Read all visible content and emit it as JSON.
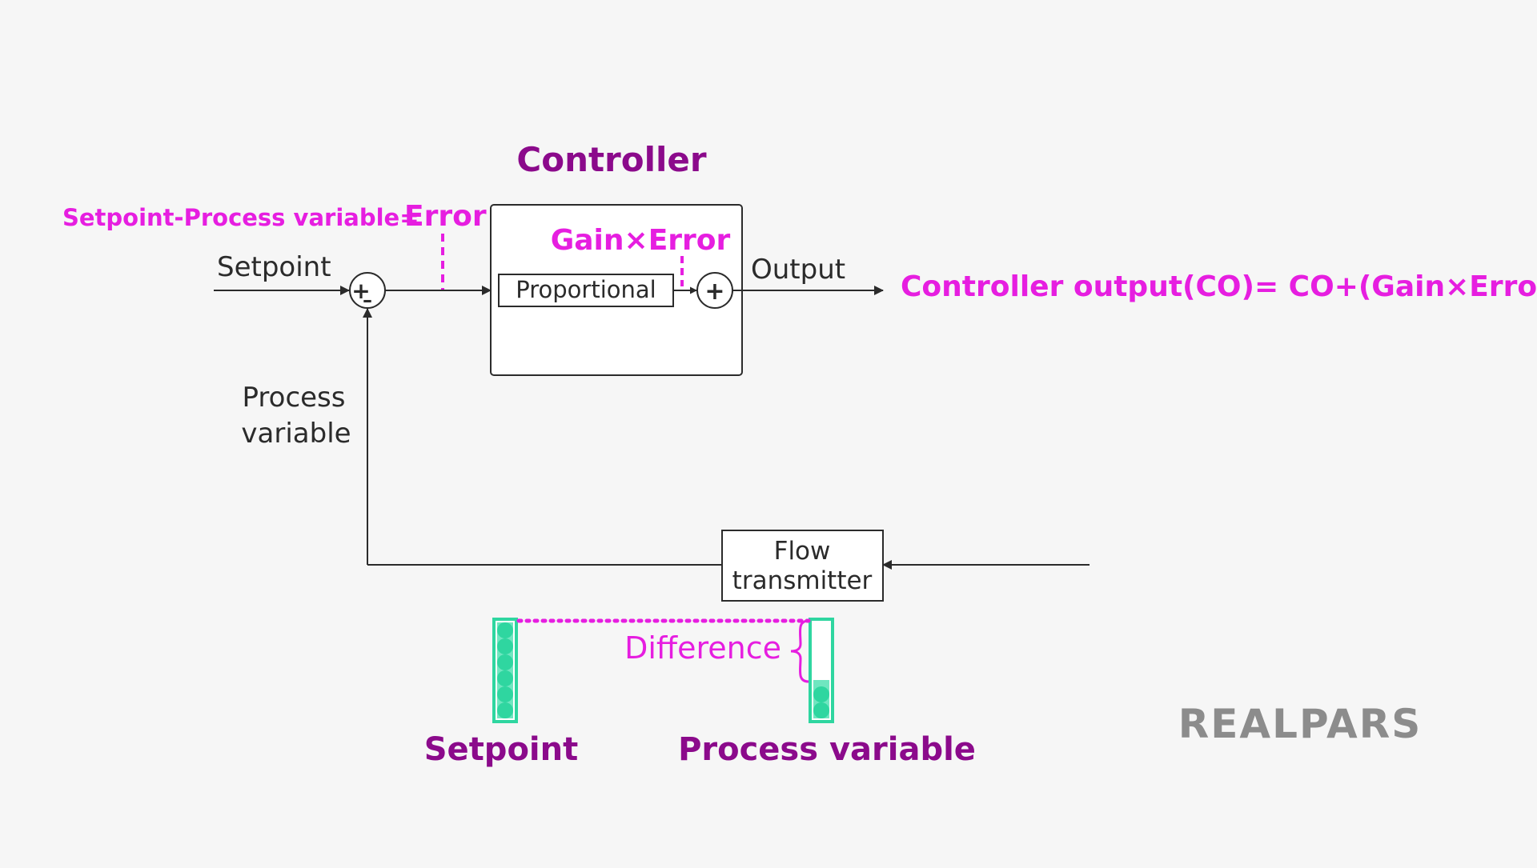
{
  "diagram": {
    "controller_title": "Controller",
    "error_prefix": "Setpoint-Process variable=",
    "error_word": "Error",
    "gain_error": "Gain×Error",
    "setpoint_in": "Setpoint",
    "sum1_plus": "+",
    "sum1_minus": "–",
    "proportional": "Proportional",
    "sum2_plus": "+",
    "output": "Output",
    "co_formula": "Controller output(CO)= CO+(Gain×Error)",
    "pv_line1": "Process",
    "pv_line2": "variable",
    "flow_line1": "Flow",
    "flow_line2": "transmitter",
    "difference": "Difference",
    "tank_setpoint_label": "Setpoint",
    "tank_pv_label": "Process variable"
  },
  "tanks": {
    "setpoint_level": 1.0,
    "process_variable_level": 0.4
  },
  "brand": {
    "logo_text": "REALPARS"
  },
  "colors": {
    "magenta": "#e61ee0",
    "purple": "#8b0a8b",
    "tank_green": "#2fd6a0",
    "line": "#2b2b2b"
  }
}
